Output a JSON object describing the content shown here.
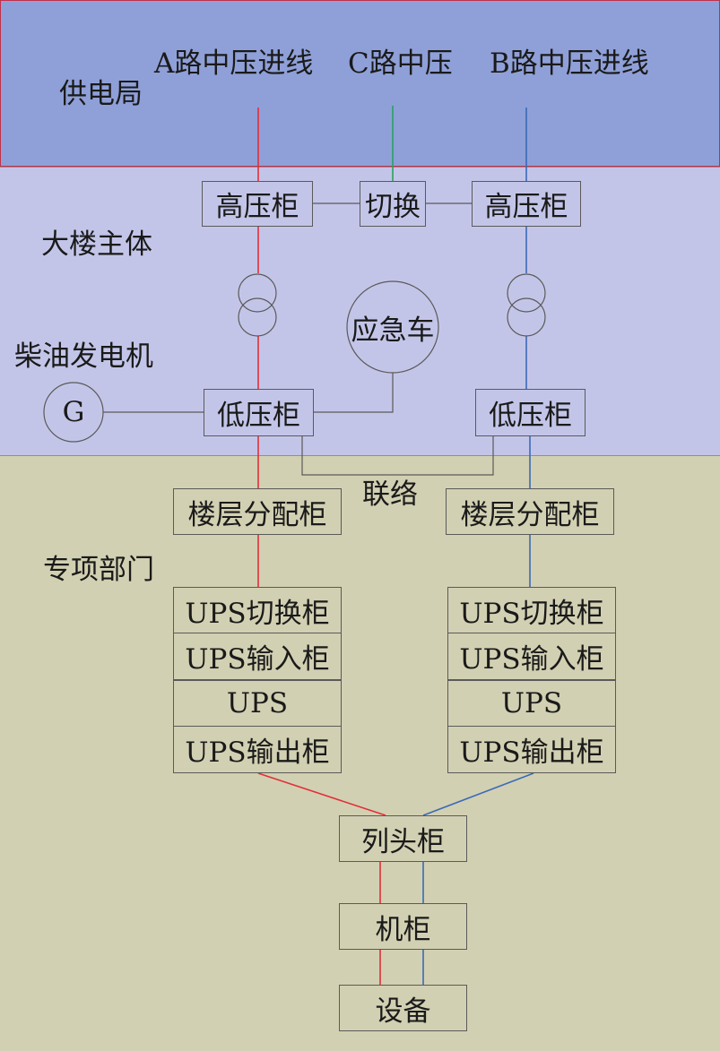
{
  "zones": {
    "supply": "供电局",
    "building": "大楼主体",
    "generator": "柴油发电机",
    "department": "专项部门"
  },
  "incoming": {
    "a": "A路中压进线",
    "c": "C路中压",
    "b": "B路中压进线"
  },
  "building": {
    "hv_left": "高压柜",
    "switch": "切换",
    "hv_right": "高压柜",
    "emergency_vehicle": "应急车",
    "generator_symbol": "G",
    "lv_left": "低压柜",
    "lv_right": "低压柜",
    "tie": "联络"
  },
  "department": {
    "floor_left": "楼层分配柜",
    "floor_right": "楼层分配柜",
    "ups_left": {
      "switch": "UPS切换柜",
      "input": "UPS输入柜",
      "ups": "UPS",
      "output": "UPS输出柜"
    },
    "ups_right": {
      "switch": "UPS切换柜",
      "input": "UPS输入柜",
      "ups": "UPS",
      "output": "UPS输出柜"
    },
    "column_head": "列头柜",
    "rack": "机柜",
    "device": "设备"
  },
  "colors": {
    "path_a": "#e0303a",
    "path_b": "#3a6ab8",
    "path_c": "#2aa060",
    "neutral_line": "#5a5a5a"
  }
}
